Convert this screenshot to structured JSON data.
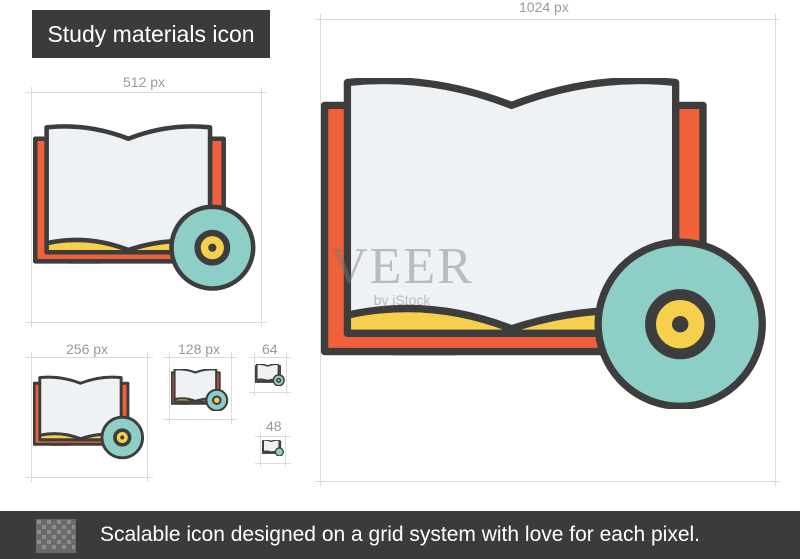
{
  "title": "Study materials icon",
  "sizes": {
    "s1024": "1024 px",
    "s512": "512 px",
    "s256": "256 px",
    "s128": "128 px",
    "s64": "64",
    "s48": "48"
  },
  "watermark": {
    "main": "VEER",
    "sub": "by iStock"
  },
  "footer": {
    "text": "Scalable icon designed on a grid system with love for each pixel.",
    "icon": "grid-icon"
  },
  "colors": {
    "outline": "#3d3d3d",
    "cover": "#f0603a",
    "page": "#eef2f4",
    "page_edge": "#f6cf4d",
    "disc": "#8dcfc6",
    "disc_center": "#f6cf4d",
    "banner": "#3b3b3b"
  }
}
